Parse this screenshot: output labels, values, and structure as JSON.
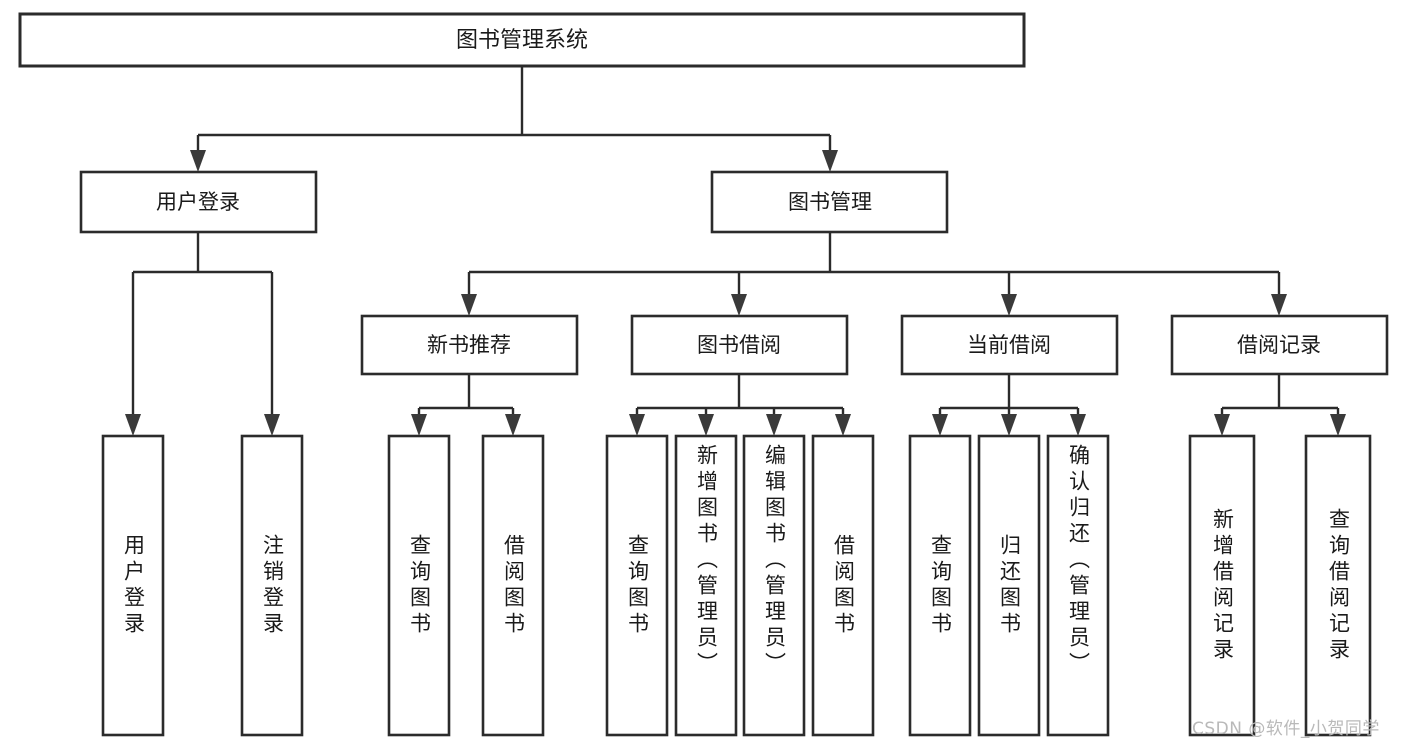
{
  "diagram": {
    "type": "tree",
    "title": "图书管理系统",
    "orientation": "top-down",
    "colors": {
      "box_stroke": "#2b2b2b",
      "box_fill": "#ffffff",
      "connector": "#2b2b2b",
      "text": "#1a1a1a",
      "watermark": "#b9b9b9",
      "background": "#ffffff"
    },
    "root": {
      "label": "图书管理系统"
    },
    "level2": [
      {
        "label": "用户登录"
      },
      {
        "label": "图书管理"
      }
    ],
    "level3": [
      {
        "label": "新书推荐"
      },
      {
        "label": "图书借阅"
      },
      {
        "label": "当前借阅"
      },
      {
        "label": "借阅记录"
      }
    ],
    "leaves": {
      "user_login": [
        {
          "label": "用户登录"
        },
        {
          "label": "注销登录"
        }
      ],
      "new_book_recommend": [
        {
          "label": "查询图书"
        },
        {
          "label": "借阅图书"
        }
      ],
      "book_borrow": [
        {
          "label": "查询图书"
        },
        {
          "label": "新增图书（管理员）"
        },
        {
          "label": "编辑图书（管理员）"
        },
        {
          "label": "借阅图书"
        }
      ],
      "current_borrow": [
        {
          "label": "查询图书"
        },
        {
          "label": "归还图书"
        },
        {
          "label": "确认归还（管理员）"
        }
      ],
      "borrow_records": [
        {
          "label": "新增借阅记录"
        },
        {
          "label": "查询借阅记录"
        }
      ]
    }
  },
  "watermark": {
    "text": "CSDN @软件_小贺同学"
  }
}
